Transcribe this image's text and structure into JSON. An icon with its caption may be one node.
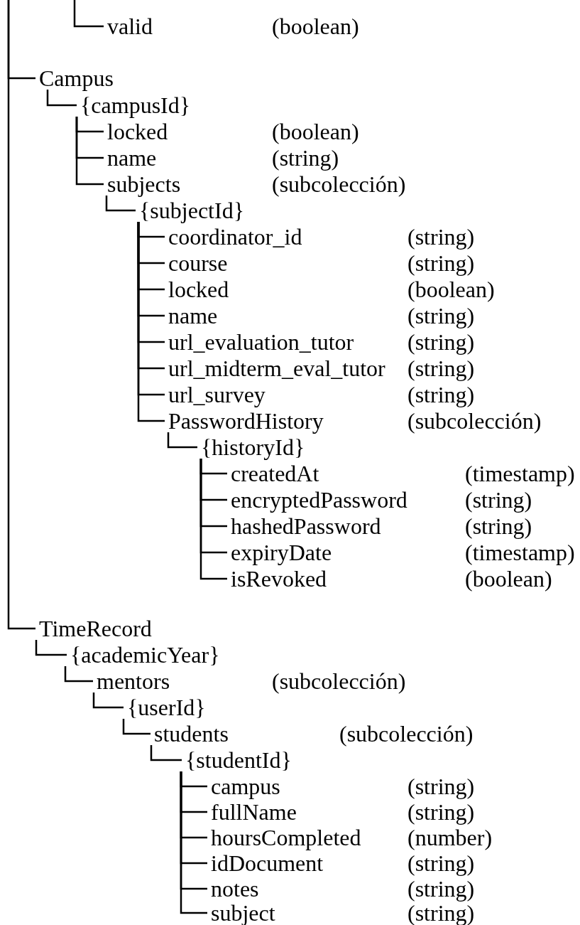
{
  "diagram": {
    "nodes": [
      {
        "text": [
          "valid"
        ],
        "beside": [
          "(boolean)"
        ]
      },
      {
        "text": [
          "Campus"
        ]
      },
      {
        "text": [
          "{campusId}"
        ]
      },
      {
        "text": [
          "locked"
        ],
        "beside": [
          "(boolean)"
        ]
      },
      {
        "text": [
          "name"
        ],
        "beside": [
          "(string)"
        ]
      },
      {
        "text": [
          "subjects"
        ],
        "beside": [
          "(subcolección)"
        ]
      },
      {
        "text": [
          "{subjectId}"
        ]
      },
      {
        "text": [
          "coordinator_id"
        ],
        "beside": [
          "(string)"
        ]
      },
      {
        "text": [
          "course"
        ],
        "beside": [
          "(string)"
        ]
      },
      {
        "text": [
          "locked"
        ],
        "beside": [
          "(boolean)"
        ]
      },
      {
        "text": [
          "name"
        ],
        "beside": [
          "(string)"
        ]
      },
      {
        "text": [
          "url_evaluation_tutor"
        ],
        "beside": [
          "(string)"
        ]
      },
      {
        "text": [
          "url_midterm_eval_tutor"
        ],
        "beside": [
          "(string)"
        ]
      },
      {
        "text": [
          "url_survey"
        ],
        "beside": [
          "(string)"
        ]
      },
      {
        "text": [
          "PasswordHistory"
        ],
        "beside": [
          "(subcolección)"
        ]
      },
      {
        "text": [
          "{historyId}"
        ]
      },
      {
        "text": [
          "createdAt"
        ],
        "beside": [
          "(timestamp)"
        ]
      },
      {
        "text": [
          "encryptedPassword"
        ],
        "beside": [
          "(string)"
        ]
      },
      {
        "text": [
          "hashedPassword"
        ],
        "beside": [
          "(string)"
        ]
      },
      {
        "text": [
          "expiryDate"
        ],
        "beside": [
          "(timestamp)"
        ]
      },
      {
        "text": [
          "isRevoked"
        ],
        "beside": [
          "(boolean)"
        ]
      },
      {
        "text": [
          "TimeRecord"
        ]
      },
      {
        "text": [
          "{academicYear}"
        ]
      },
      {
        "text": [
          "mentors"
        ],
        "beside": [
          "(subcolección)"
        ]
      },
      {
        "text": [
          "{userId}"
        ]
      },
      {
        "text": [
          "students"
        ],
        "beside": [
          "(subcolección)"
        ]
      },
      {
        "text": [
          "{studentId}"
        ]
      },
      {
        "text": [
          "campus"
        ],
        "beside": [
          "(string)"
        ]
      },
      {
        "text": [
          "fullName"
        ],
        "beside": [
          "(string)"
        ]
      },
      {
        "text": [
          "hoursCompleted"
        ],
        "beside": [
          "(number)"
        ]
      },
      {
        "text": [
          "idDocument"
        ],
        "beside": [
          "(string)"
        ]
      },
      {
        "text": [
          "notes"
        ],
        "beside": [
          "(string)"
        ]
      },
      {
        "text": [
          "subject"
        ],
        "beside": [
          "(string)"
        ]
      }
    ],
    "edges": [
      {
        "from": null,
        "to": 0,
        "arrow": "none"
      },
      {
        "from": null,
        "to": 1,
        "arrow": "none"
      },
      {
        "from": 1,
        "to": 2,
        "arrow": "none"
      },
      {
        "from": 2,
        "to": 3,
        "arrow": "none"
      },
      {
        "from": 2,
        "to": 4,
        "arrow": "none"
      },
      {
        "from": 2,
        "to": 5,
        "arrow": "none"
      },
      {
        "from": 5,
        "to": 6,
        "arrow": "none"
      },
      {
        "from": 6,
        "to": 7,
        "arrow": "none"
      },
      {
        "from": 6,
        "to": 8,
        "arrow": "none"
      },
      {
        "from": 6,
        "to": 9,
        "arrow": "none"
      },
      {
        "from": 6,
        "to": 10,
        "arrow": "none"
      },
      {
        "from": 6,
        "to": 11,
        "arrow": "none"
      },
      {
        "from": 6,
        "to": 12,
        "arrow": "none"
      },
      {
        "from": 6,
        "to": 13,
        "arrow": "none"
      },
      {
        "from": 6,
        "to": 14,
        "arrow": "none"
      },
      {
        "from": 14,
        "to": 15,
        "arrow": "none"
      },
      {
        "from": 15,
        "to": 16,
        "arrow": "none"
      },
      {
        "from": 15,
        "to": 17,
        "arrow": "none"
      },
      {
        "from": 15,
        "to": 18,
        "arrow": "none"
      },
      {
        "from": 15,
        "to": 19,
        "arrow": "none"
      },
      {
        "from": 15,
        "to": 20,
        "arrow": "none"
      },
      {
        "from": null,
        "to": 21,
        "arrow": "none"
      },
      {
        "from": 21,
        "to": 22,
        "arrow": "none"
      },
      {
        "from": 22,
        "to": 23,
        "arrow": "none"
      },
      {
        "from": 23,
        "to": 24,
        "arrow": "none"
      },
      {
        "from": 24,
        "to": 25,
        "arrow": "none"
      },
      {
        "from": 25,
        "to": 26,
        "arrow": "none"
      },
      {
        "from": 26,
        "to": 27,
        "arrow": "none"
      },
      {
        "from": 26,
        "to": 28,
        "arrow": "none"
      },
      {
        "from": 26,
        "to": 29,
        "arrow": "none"
      },
      {
        "from": 26,
        "to": 30,
        "arrow": "none"
      },
      {
        "from": 26,
        "to": 31,
        "arrow": "none"
      },
      {
        "from": 26,
        "to": 32,
        "arrow": "none"
      }
    ]
  }
}
